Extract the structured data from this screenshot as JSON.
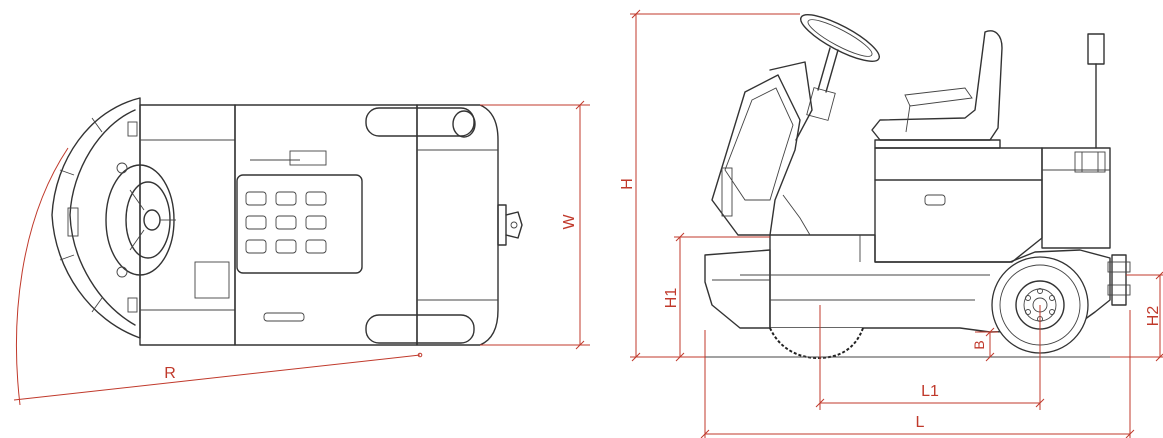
{
  "dimensions": {
    "R": "R",
    "W": "W",
    "H": "H",
    "H1": "H1",
    "H2": "H2",
    "B": "B",
    "L1": "L1",
    "L": "L"
  },
  "colors": {
    "line": "#333333",
    "dimension": "#c0392b",
    "background": "#ffffff"
  }
}
